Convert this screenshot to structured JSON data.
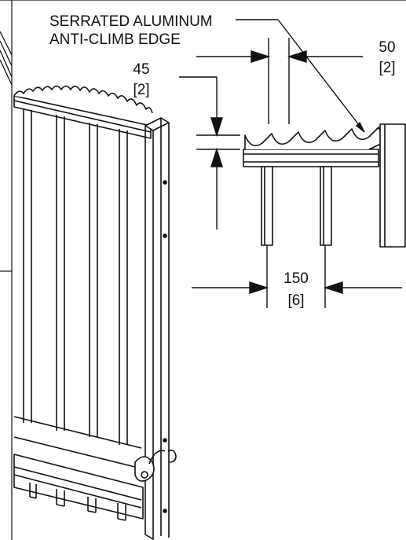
{
  "callout": {
    "line1": "SERRATED ALUMINUM",
    "line2": "ANTI-CLIMB EDGE"
  },
  "dimensions": {
    "top_right": {
      "metric": "50",
      "imperial": "[2]"
    },
    "left": {
      "metric": "45",
      "imperial": "[2]"
    },
    "bottom": {
      "metric": "150",
      "imperial": "[6]"
    }
  }
}
